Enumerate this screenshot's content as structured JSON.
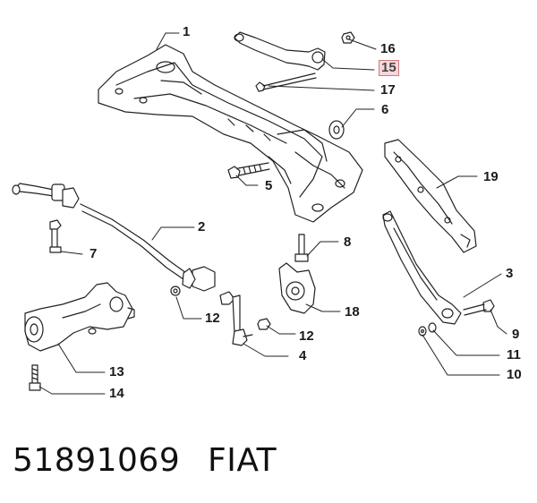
{
  "diagram": {
    "labels": {
      "n1": "1",
      "n2": "2",
      "n3": "3",
      "n4": "4",
      "n5": "5",
      "n6": "6",
      "n7": "7",
      "n8": "8",
      "n9": "9",
      "n10": "10",
      "n11": "11",
      "n12a": "12",
      "n12b": "12",
      "n13": "13",
      "n14": "14",
      "n15": "15",
      "n16": "16",
      "n17": "17",
      "n18": "18",
      "n19": "19"
    },
    "highlight_color": "#f6d7da"
  },
  "footer": {
    "part_number": "51891069",
    "brand": "FIAT"
  }
}
